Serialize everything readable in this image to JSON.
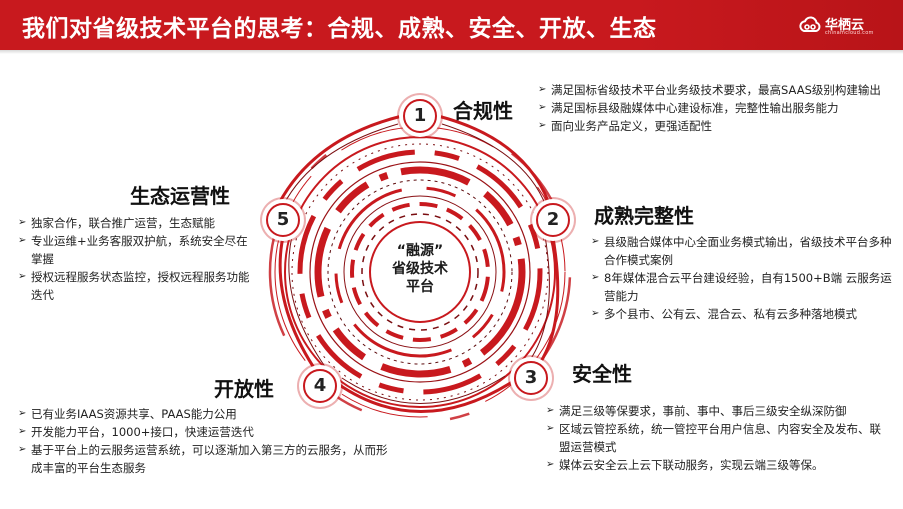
{
  "title": "我们对省级技术平台的思考：合规、成熟、安全、开放、生态",
  "logo": {
    "name": "华栖云",
    "subtitle": "chinamcloud.com"
  },
  "center": {
    "line1": "“融源”",
    "line2": "省级技术",
    "line3": "平台"
  },
  "sections": [
    {
      "num": "1",
      "heading": "合规性",
      "bullets": [
        "满足国标省级技术平台业务级技术要求，最高SAAS级别构建输出",
        "满足国标县级融媒体中心建设标准，完整性输出服务能力",
        "面向业务产品定义，更强适配性"
      ]
    },
    {
      "num": "2",
      "heading": "成熟完整性",
      "bullets": [
        "县级融合媒体中心全面业务模式输出，省级技术平台多种合作模式案例",
        "8年媒体混合云平台建设经验，自有1500+B端 云服务运营能力",
        "多个县市、公有云、混合云、私有云多种落地模式"
      ]
    },
    {
      "num": "3",
      "heading": "安全性",
      "bullets": [
        "满足三级等保要求，事前、事中、事后三级安全纵深防御",
        "区域云管控系统，统一管控平台用户信息、内容安全及发布、联盟运营模式",
        "媒体云安全云上云下联动服务，实现云端三级等保。"
      ]
    },
    {
      "num": "4",
      "heading": "开放性",
      "bullets": [
        "已有业务IAAS资源共享、PAAS能力公用",
        "开发能力平台，1000+接口，快速运营迭代",
        "基于平台上的云服务运营系统，可以逐渐加入第三方的云服务，从而形成丰富的平台生态服务"
      ]
    },
    {
      "num": "5",
      "heading": "生态运营性",
      "bullets": [
        "独家合作，联合推广运营，生态赋能",
        "专业运维+业务客服双护航，系统安全尽在掌握",
        "授权远程服务状态监控，授权远程服务功能迭代"
      ]
    }
  ],
  "colors": {
    "accent": "#c8191e",
    "dark_red": "#7a0d10",
    "text": "#1f1f1f"
  }
}
